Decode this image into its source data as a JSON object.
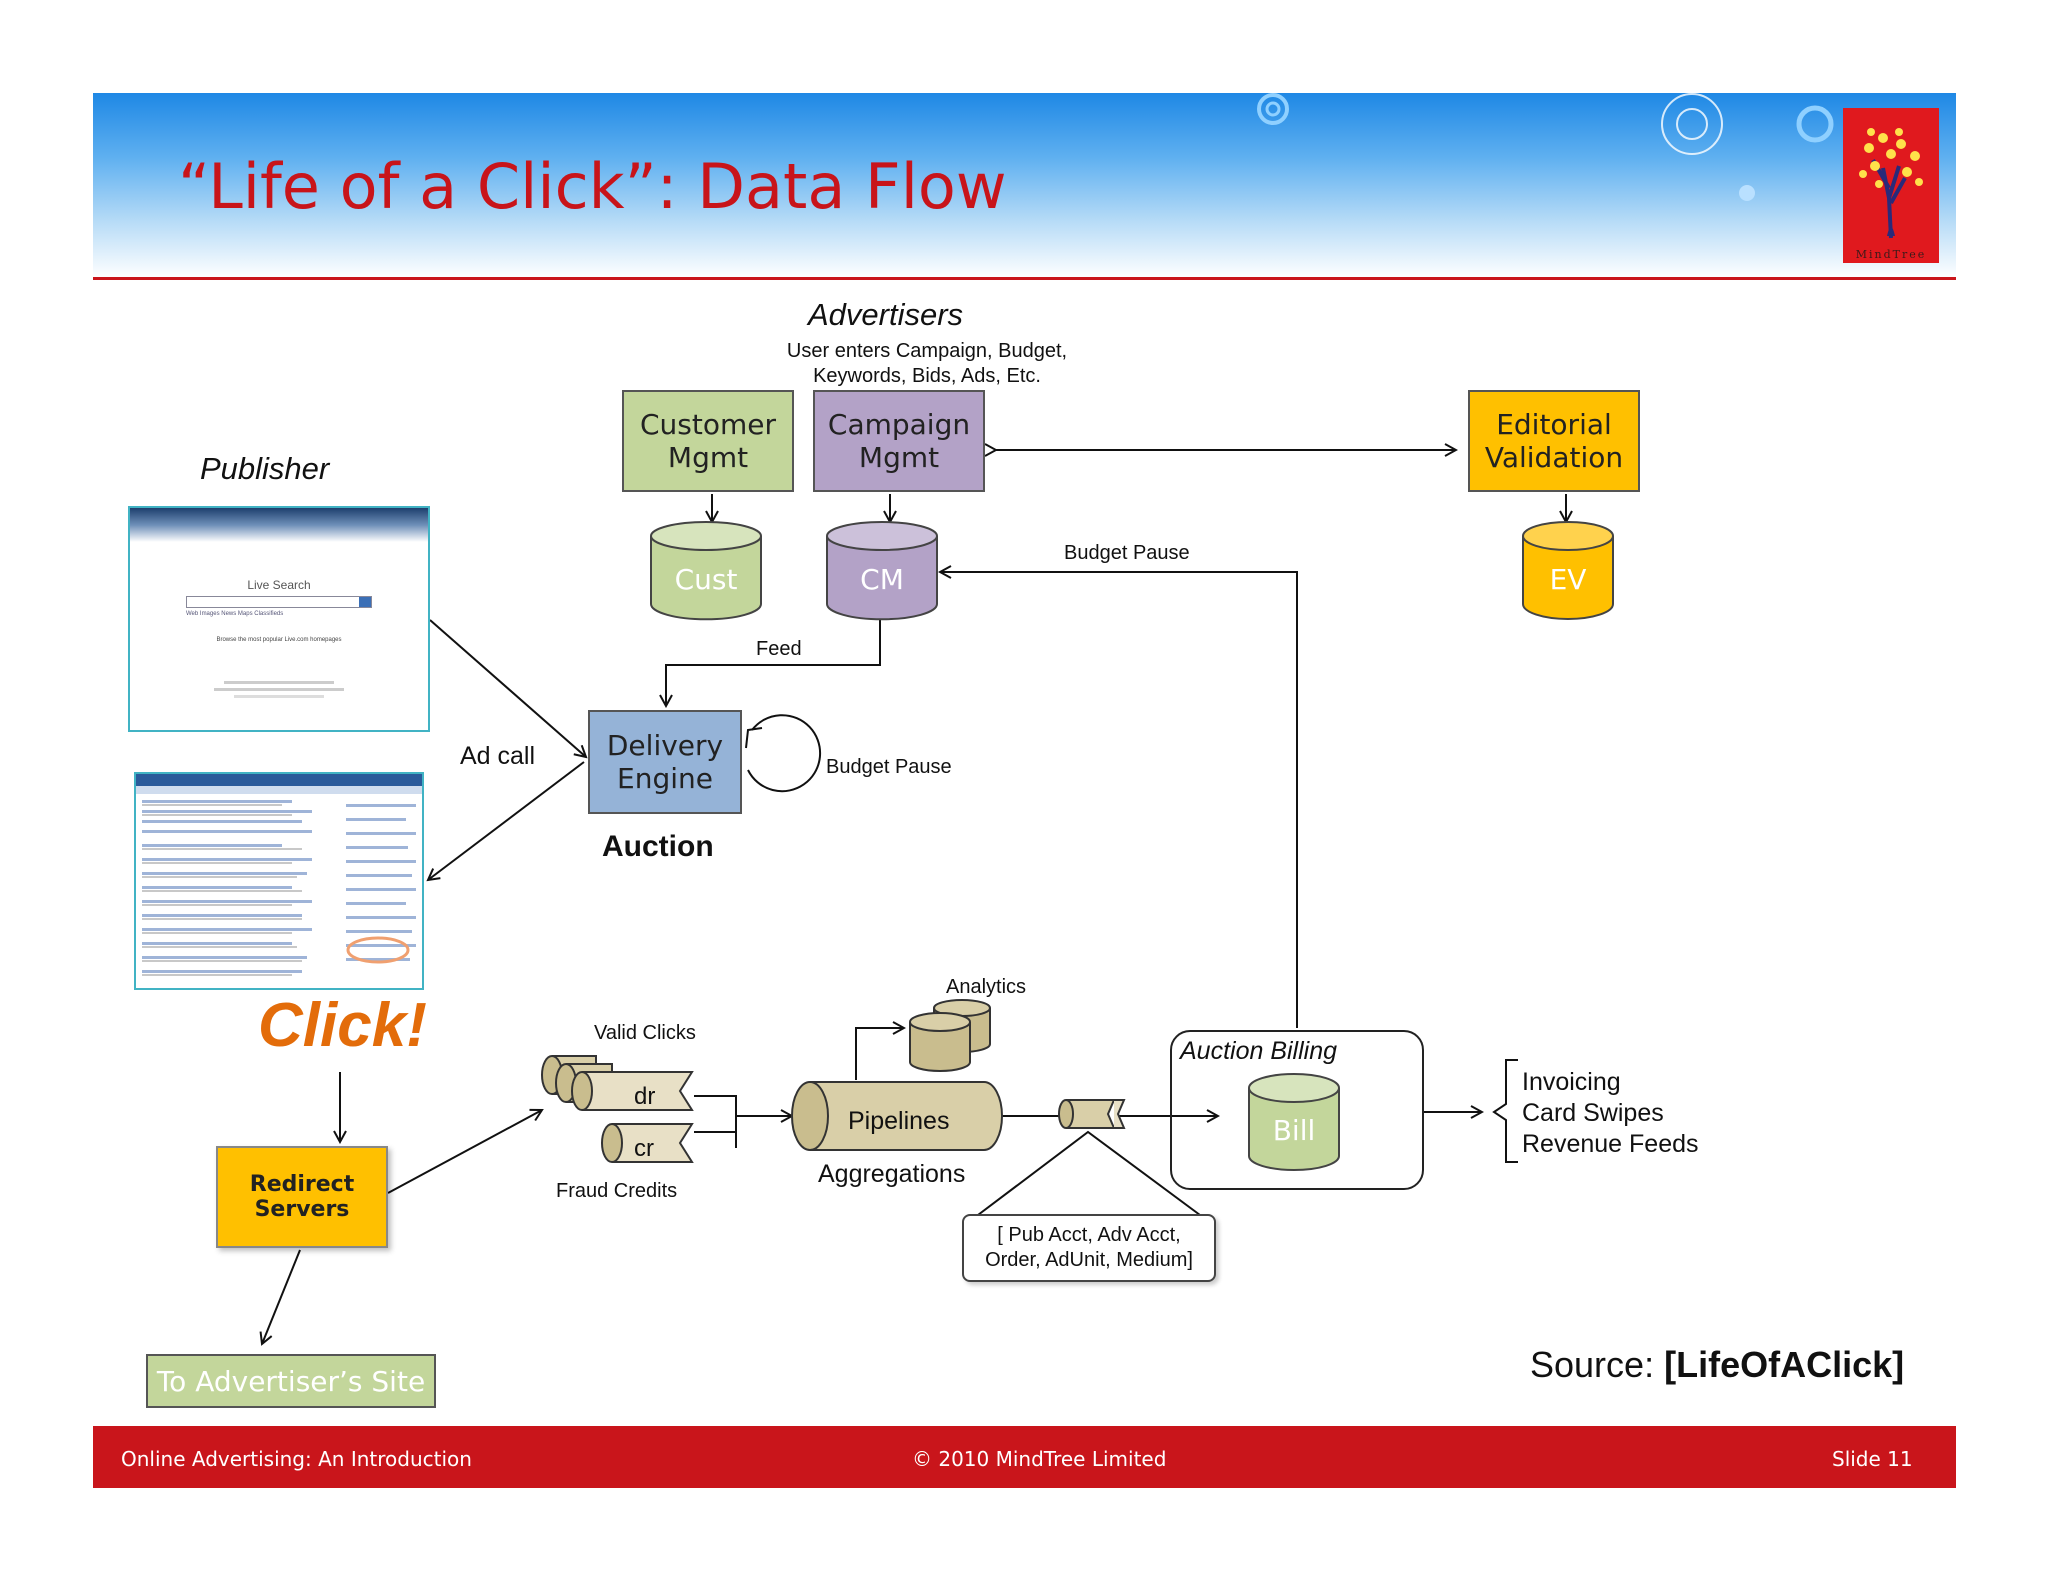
{
  "slide": {
    "title": "“Life of a Click”: Data Flow",
    "logo_text": "MindTree",
    "footer_left": "Online Advertising: An Introduction",
    "footer_center": "© 2010 MindTree Limited",
    "footer_right": "Slide 11",
    "source_prefix": "Source:",
    "source_ref": "[LifeOfAClick]"
  },
  "diagram": {
    "advertisers_title": "Advertisers",
    "advertisers_note_line1": "User enters Campaign, Budget,",
    "advertisers_note_line2": "Keywords, Bids, Ads, Etc.",
    "publisher_title": "Publisher",
    "customer_mgmt_line1": "Customer",
    "customer_mgmt_line2": "Mgmt",
    "campaign_mgmt_line1": "Campaign",
    "campaign_mgmt_line2": "Mgmt",
    "editorial_line1": "Editorial",
    "editorial_line2": "Validation",
    "db_cust": "Cust",
    "db_cm": "CM",
    "db_ev": "EV",
    "budget_pause_top": "Budget Pause",
    "feed": "Feed",
    "delivery_line1": "Delivery",
    "delivery_line2": "Engine",
    "budget_pause_loop": "Budget Pause",
    "ad_call": "Ad call",
    "auction": "Auction",
    "click": "Click!",
    "redirect_line1": "Redirect",
    "redirect_line2": "Servers",
    "advertiser_site": "To Advertiser’s Site",
    "valid_clicks": "Valid Clicks",
    "log_dr": "dr",
    "log_cr": "cr",
    "fraud_credits": "Fraud Credits",
    "analytics": "Analytics",
    "pipelines": "Pipelines",
    "aggregations": "Aggregations",
    "callout_line1": "[ Pub Acct, Adv Acct,",
    "callout_line2": "Order, AdUnit, Medium]",
    "auction_billing": "Auction Billing",
    "bill": "Bill",
    "out_invoicing": "Invoicing",
    "out_card": "Card Swipes",
    "out_revenue": "Revenue Feeds"
  },
  "screenshots": {
    "search_page_title": "Live Search",
    "search_page_tabs": "Web   Images   News   Maps   Classifieds",
    "search_page_footer": "Browse the most popular Live.com homepages"
  },
  "colors": {
    "title_red": "#c8141a",
    "green_fill": "#c3d69b",
    "purple_fill": "#b3a2c7",
    "yellow_fill": "#ffc000",
    "blue_fill": "#95b3d7",
    "tan_fill": "#d9cfa8",
    "click_orange": "#e36c0a"
  }
}
